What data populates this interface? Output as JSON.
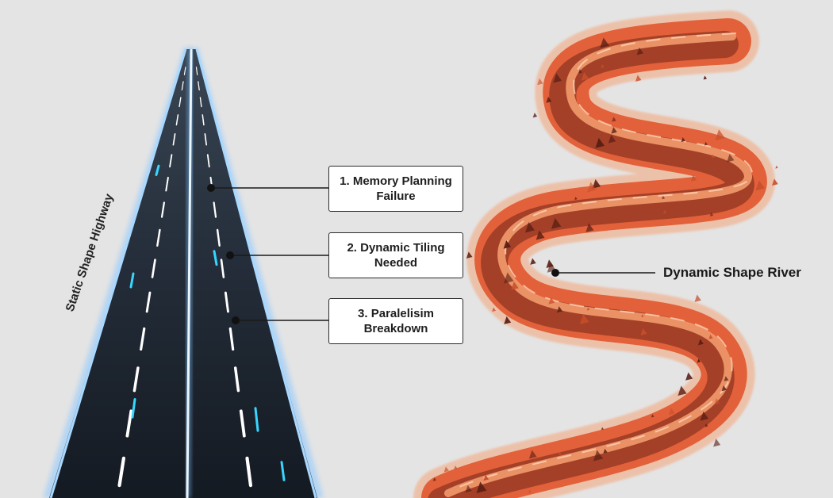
{
  "highway": {
    "label": "Static Shape Highway"
  },
  "river": {
    "label": "Dynamic Shape River"
  },
  "callouts": [
    {
      "line1": "1. Memory Planning",
      "line2": "Failure"
    },
    {
      "line1": "2. Dynamic Tiling",
      "line2": "Needed"
    },
    {
      "line1": "3. Paralelisim",
      "line2": "Breakdown"
    }
  ],
  "colors": {
    "background": "#e4e4e4",
    "road": "#1d2530",
    "road_edge_glow": "#6fb7ff",
    "lane_dash": "#ffffff",
    "lane_cyan": "#38d6ff",
    "river_core": "#e2613a",
    "river_dark": "#6a2418",
    "river_light": "#f7a172"
  }
}
